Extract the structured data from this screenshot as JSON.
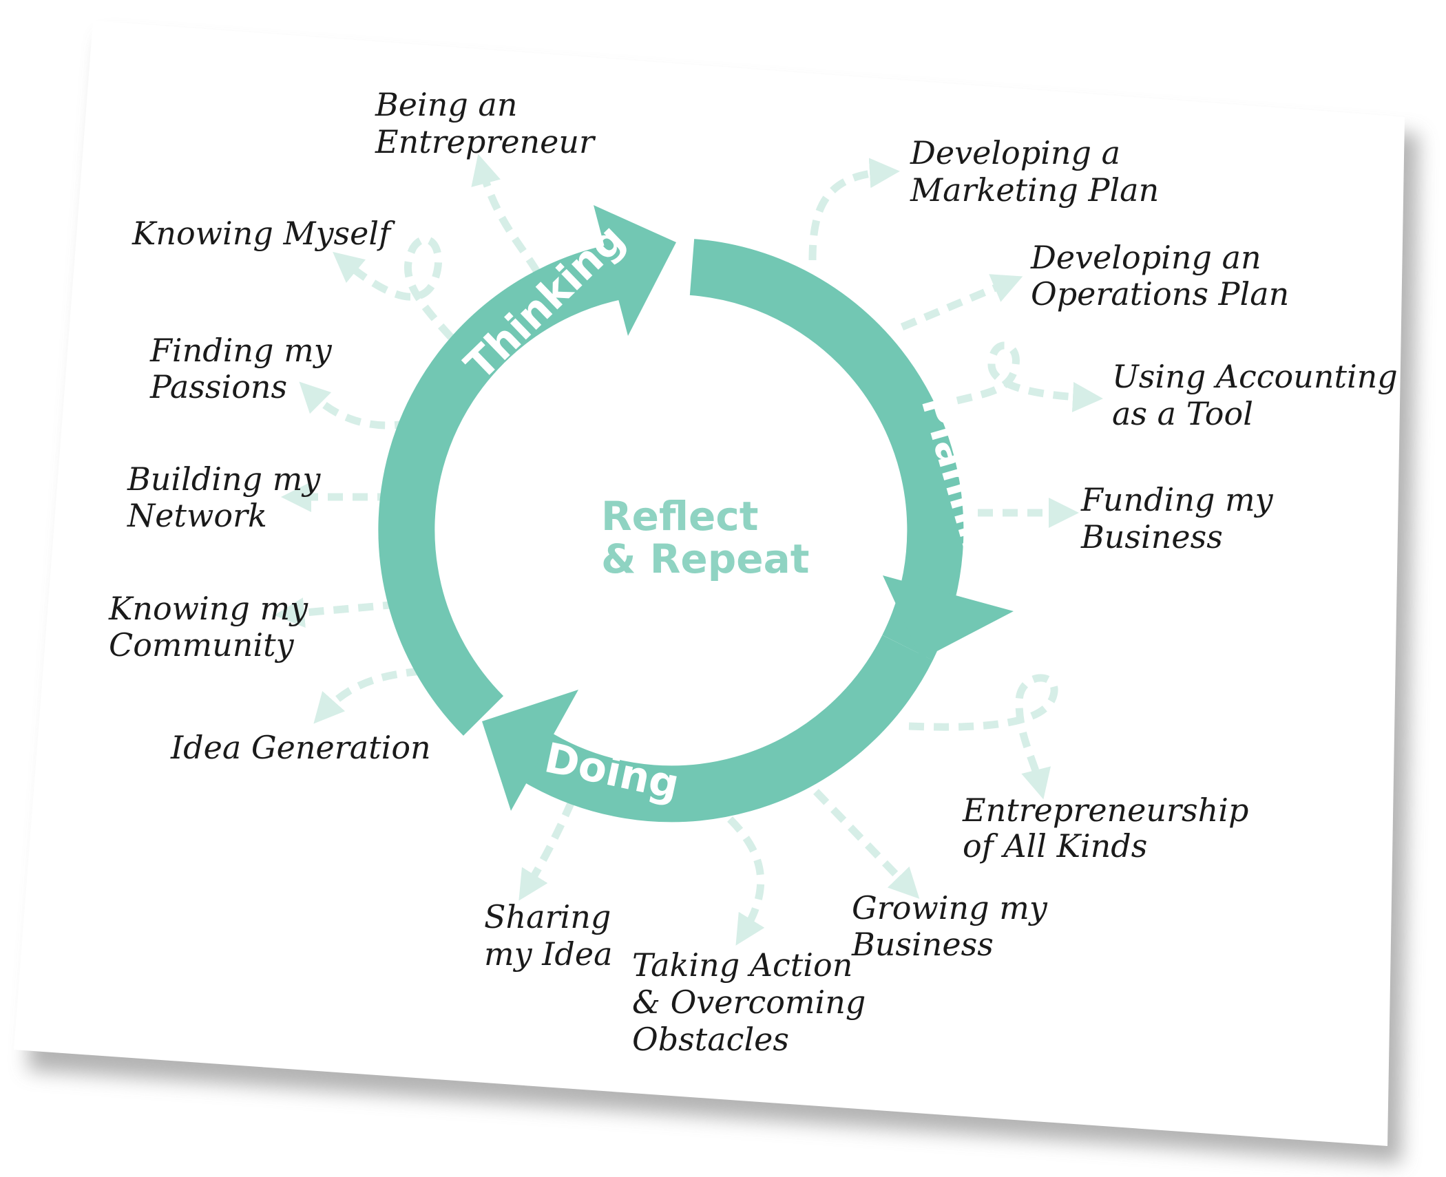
{
  "center": {
    "line1": "Reflect",
    "line2": "& Repeat"
  },
  "phases": {
    "thinking": "Thinking",
    "planning": "Planning",
    "doing": "Doing"
  },
  "topics": {
    "being_entrepreneur": [
      "Being an",
      "Entrepreneur"
    ],
    "knowing_myself": [
      "Knowing Myself"
    ],
    "finding_passions": [
      "Finding my",
      "Passions"
    ],
    "building_network": [
      "Building my",
      "Network"
    ],
    "knowing_community": [
      "Knowing my",
      "Community"
    ],
    "idea_generation": [
      "Idea Generation"
    ],
    "marketing_plan": [
      "Developing a",
      "Marketing Plan"
    ],
    "operations_plan": [
      "Developing an",
      "Operations Plan"
    ],
    "accounting_tool": [
      "Using Accounting",
      "as a Tool"
    ],
    "funding_business": [
      "Funding my",
      "Business"
    ],
    "entrepreneurship_kinds": [
      "Entrepreneurship",
      "of All Kinds"
    ],
    "growing_business": [
      "Growing my",
      "Business"
    ],
    "taking_action": [
      "Taking Action",
      "& Overcoming",
      "Obstacles"
    ],
    "sharing_idea": [
      "Sharing",
      "my Idea"
    ]
  },
  "colors": {
    "ring": "#72c7b3",
    "center_text": "#8fd3c2",
    "dashed_arrow": "#d6eee7",
    "label_text": "#1a1a1a",
    "card": "#ffffff",
    "shadow": "#9a9a9a"
  }
}
